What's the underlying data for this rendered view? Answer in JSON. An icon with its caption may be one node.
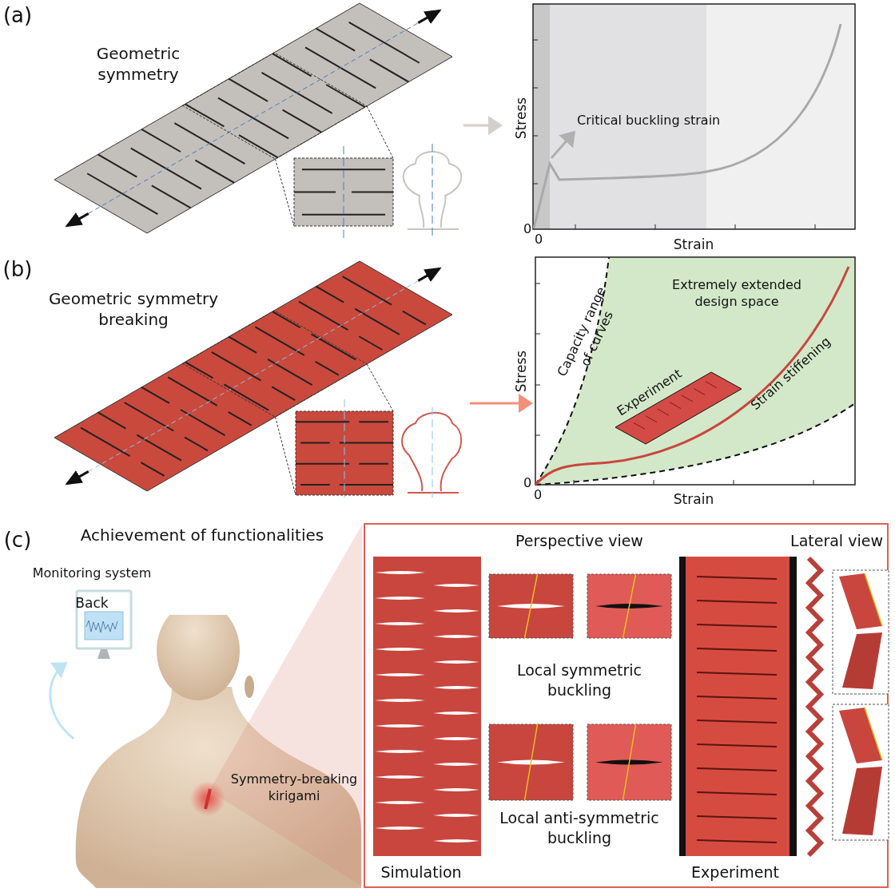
{
  "diagram": {
    "nodes": [
      {
        "text": [],
        "shape": "picture"
      },
      {
        "text": [],
        "shape": "picture"
      },
      {
        "text": [
          "Critical buckling strain"
        ],
        "in": 1
      },
      {
        "text": [],
        "shape": "picture"
      },
      {
        "text": [],
        "shape": "picture"
      },
      {
        "text": [
          "Monitoring system",
          "Back"
        ]
      },
      {
        "text": [],
        "shape": "picture"
      },
      {
        "text": [
          "Perspective view",
          "Lateral view",
          "Local symmetric buckling",
          "Local anti-symmetric buckling",
          "Simulation",
          "Experiment"
        ]
      }
    ],
    "edges": [
      {
        "from": 0,
        "to": 1,
        "arrow": "to",
        "color": "#d3cfcb"
      },
      {
        "from": 1,
        "to": 2,
        "arrow": "to",
        "color": "#b0b0b0"
      },
      {
        "from": 3,
        "to": 4,
        "arrow": "to",
        "color": "#f3907a"
      },
      {
        "from": 6,
        "to": 5,
        "arrow": "to",
        "color": "#bfe3f5"
      }
    ],
    "labels": [
      "(a)",
      "Geometric symmetry",
      "Stress",
      "0",
      "0",
      "Strain",
      "(b)",
      "Geometric symmetry breaking",
      "Capacity range of curves",
      "Extremely extended design space",
      "Experiment",
      "Strain stiffening",
      "Stress",
      "0",
      "0",
      "Strain",
      "(c)",
      "Achievement of functionalities",
      "Symmetry-breaking kirigami"
    ]
  }
}
